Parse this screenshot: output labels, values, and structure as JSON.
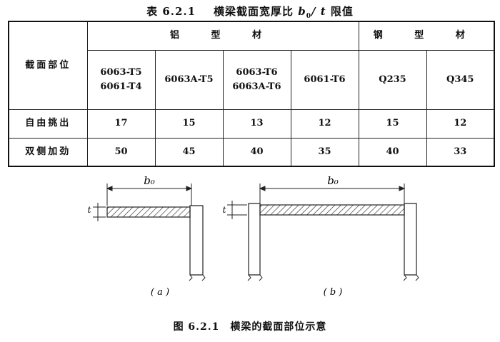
{
  "table_title": {
    "prefix": "表 6.2.1",
    "text": "横梁截面宽厚比",
    "b": "b",
    "b_sub": "0",
    "slash_t": "/ t",
    "suffix": "限值"
  },
  "table": {
    "corner": "截面部位",
    "group_aluminum": "铝 型 材",
    "group_steel": "钢 型 材",
    "columns": [
      [
        "6063-T5",
        "6061-T4"
      ],
      [
        "6063A-T5"
      ],
      [
        "6063-T6",
        "6063A-T6"
      ],
      [
        "6061-T6"
      ],
      [
        "Q235"
      ],
      [
        "Q345"
      ]
    ],
    "rows": [
      {
        "label": "自由挑出",
        "values": [
          "17",
          "15",
          "13",
          "12",
          "15",
          "12"
        ]
      },
      {
        "label": "双侧加劲",
        "values": [
          "50",
          "45",
          "40",
          "35",
          "40",
          "33"
        ]
      }
    ]
  },
  "figure": {
    "a": {
      "dim_label": "b₀",
      "t_label": "t",
      "caption": "( a )"
    },
    "b": {
      "dim_label": "b₀",
      "t_label": "t",
      "caption": "( b )"
    }
  },
  "figure_caption": "图 6.2.1　横梁的截面部位示意"
}
